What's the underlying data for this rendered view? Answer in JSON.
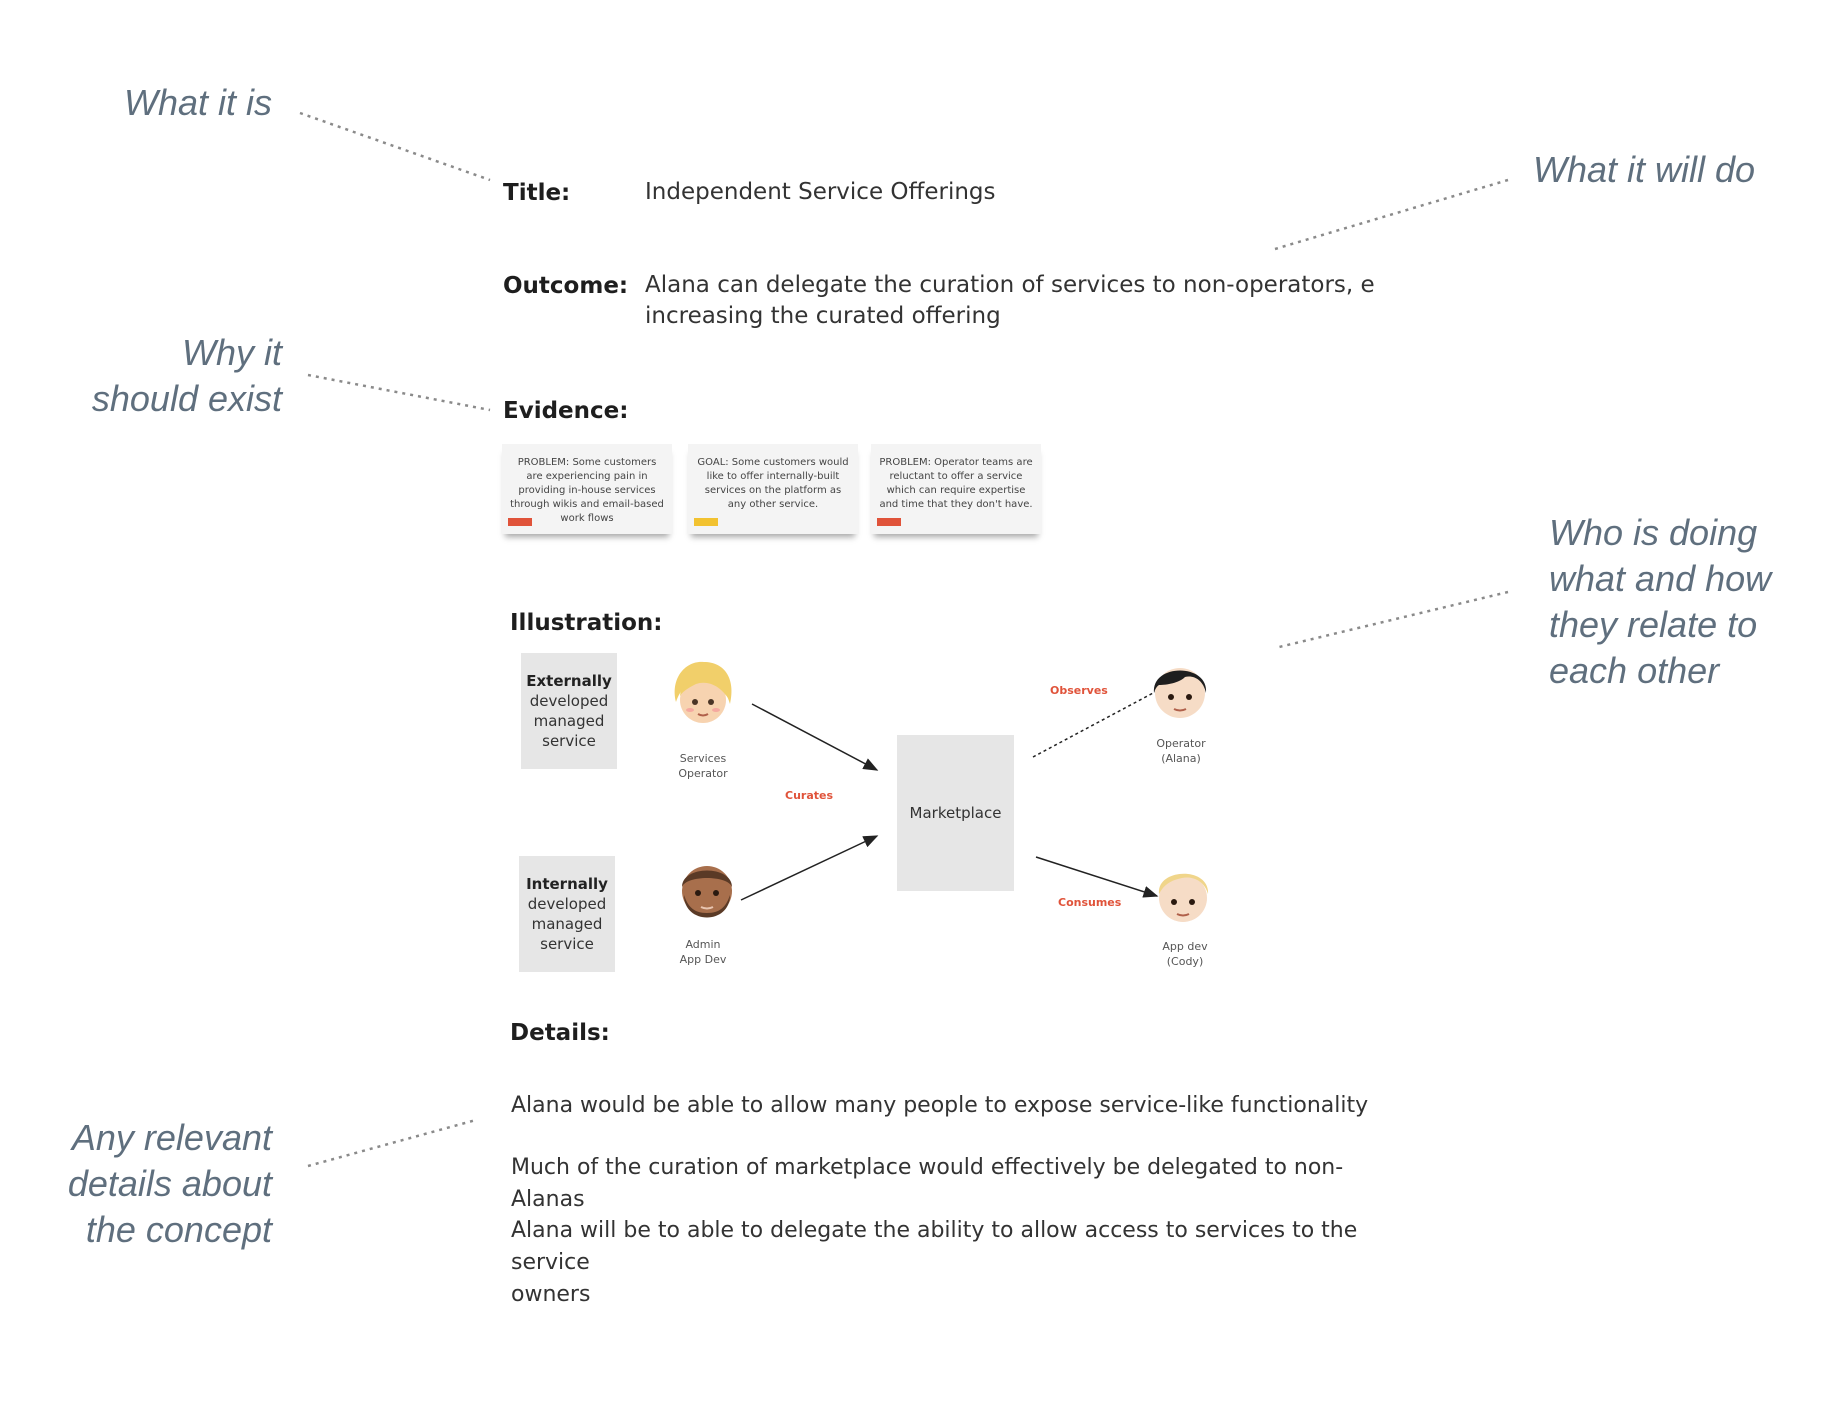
{
  "annotations": {
    "what_it_is": "What it is",
    "what_it_will_do": "What it will do",
    "why_line1": "Why it",
    "why_line2": "should exist",
    "who_line1": "Who is doing",
    "who_line2": "what and how",
    "who_line3": "they relate to",
    "who_line4": "each other",
    "details_line1": "Any relevant",
    "details_line2": "details about",
    "details_line3": "the concept"
  },
  "form": {
    "title_label": "Title:",
    "title_value": "Independent Service Offerings",
    "outcome_label": "Outcome:",
    "outcome_line1": "Alana can delegate the curation of services to non-operators, effectivel",
    "outcome_line2": "increasing the curated offering",
    "evidence_label": "Evidence:",
    "illustration_label": "Illustration:",
    "details_label": "Details:"
  },
  "evidence": [
    {
      "text": "PROBLEM: Some customers are experiencing pain in providing in-house services through wikis and email-based work flows",
      "tag_color": "#e0533a"
    },
    {
      "text": "GOAL: Some customers would like to offer internally-built services on the platform as any other service.",
      "tag_color": "#f2c230"
    },
    {
      "text": "PROBLEM: Operator teams are reluctant to offer a service which can require expertise and time that they don't have.",
      "tag_color": "#e0533a"
    }
  ],
  "illustration": {
    "external_box": {
      "bold": "Externally",
      "rest": "developed managed service"
    },
    "internal_box": {
      "bold": "Internally",
      "rest": "developed managed service"
    },
    "marketplace": "Marketplace",
    "actors": {
      "services_operator": {
        "line1": "Services",
        "line2": "Operator"
      },
      "admin_app_dev": {
        "line1": "Admin",
        "line2": "App Dev"
      },
      "operator_alana": {
        "line1": "Operator",
        "line2": "(Alana)"
      },
      "app_dev_cody": {
        "line1": "App dev",
        "line2": "(Cody)"
      }
    },
    "relations": {
      "curates": "Curates",
      "observes": "Observes",
      "consumes": "Consumes"
    },
    "accent_color": "#e0533a"
  },
  "details": [
    "Alana would be able to allow many  people to expose service-like functionality",
    "Much of the curation of marketplace would effectively be delegated to non-Alanas",
    "Alana will be to able to delegate the ability to allow access to services to the service",
    "owners"
  ]
}
